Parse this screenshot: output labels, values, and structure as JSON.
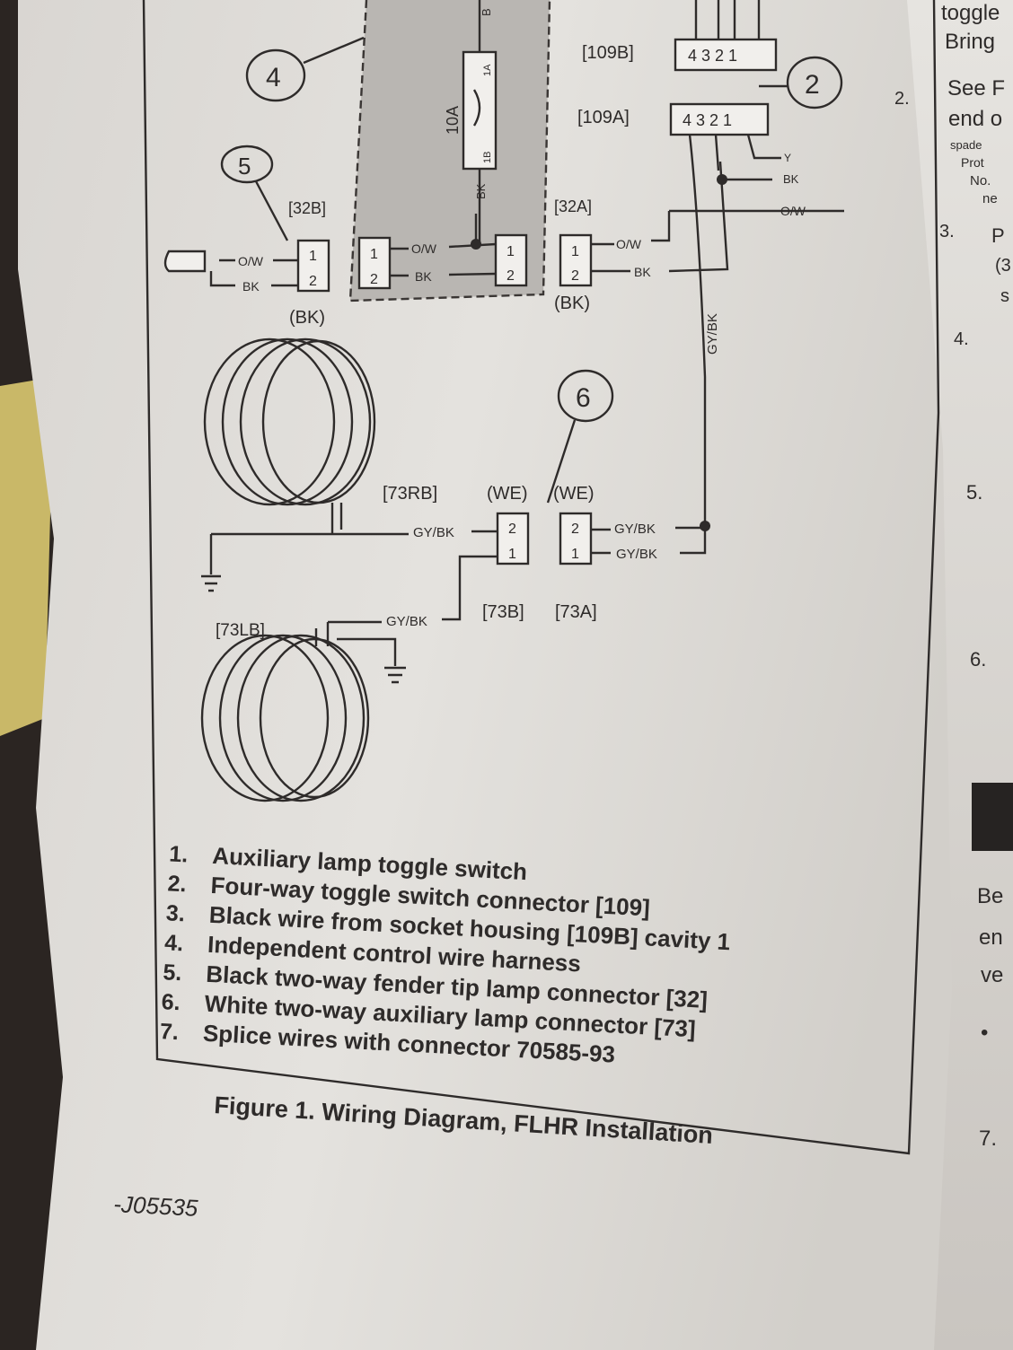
{
  "callouts": {
    "c2": "2",
    "c4": "4",
    "c5": "5",
    "c6": "6"
  },
  "connectors": {
    "c109B": "[109B]",
    "c109A": "[109A]",
    "pins4": "4 3 2 1",
    "c32B": "[32B]",
    "c32A": "[32A]",
    "bk_housing": "(BK)",
    "c73RB": "[73RB]",
    "c73LB": "[73LB]",
    "c73B": "[73B]",
    "c73A": "[73A]",
    "we": "(WE)",
    "pin1": "1",
    "pin2": "2"
  },
  "fuse": {
    "rating": "10A",
    "top": "1A",
    "bottom": "1B"
  },
  "wires": {
    "ow": "O/W",
    "bk": "BK",
    "y": "Y",
    "gybk": "GY/BK",
    "b": "B"
  },
  "legend": [
    {
      "n": "1.",
      "text": "Auxiliary lamp toggle switch"
    },
    {
      "n": "2.",
      "text": "Four-way toggle switch connector [109]"
    },
    {
      "n": "3.",
      "text": "Black wire from socket housing [109B] cavity 1"
    },
    {
      "n": "4.",
      "text": "Independent control wire harness"
    },
    {
      "n": "5.",
      "text": "Black two-way fender tip lamp connector [32]"
    },
    {
      "n": "6.",
      "text": "White two-way auxiliary lamp connector [73]"
    },
    {
      "n": "7.",
      "text": "Splice wires with connector 70585-93"
    }
  ],
  "caption": "Figure 1. Wiring Diagram, FLHR Installation",
  "figure_id": "-J05535",
  "right_page": {
    "lines": [
      "toggle",
      "Bring",
      "See F",
      "end o",
      "spade",
      "Prot",
      "No.",
      "ne",
      "P",
      "(3",
      "s",
      "Be",
      "en",
      "ve",
      "•"
    ],
    "steps": [
      "2.",
      "3.",
      "4.",
      "5.",
      "6.",
      "7."
    ]
  }
}
